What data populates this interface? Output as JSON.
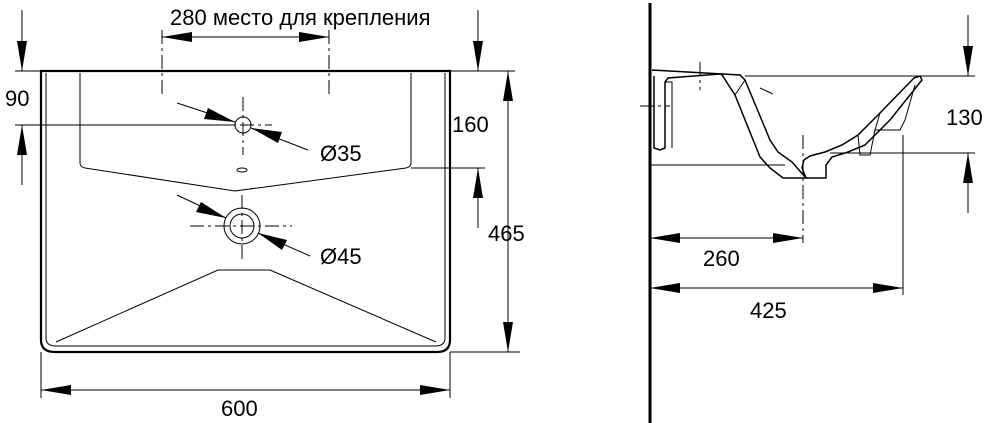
{
  "top_view": {
    "mount_dim": "280 место для крепления",
    "dim_90": "90",
    "dim_160": "160",
    "dim_465": "465",
    "dim_600": "600",
    "hole_faucet": "Ø35",
    "hole_drain": "Ø45"
  },
  "side_view": {
    "dim_130": "130",
    "dim_260": "260",
    "dim_425": "425"
  }
}
